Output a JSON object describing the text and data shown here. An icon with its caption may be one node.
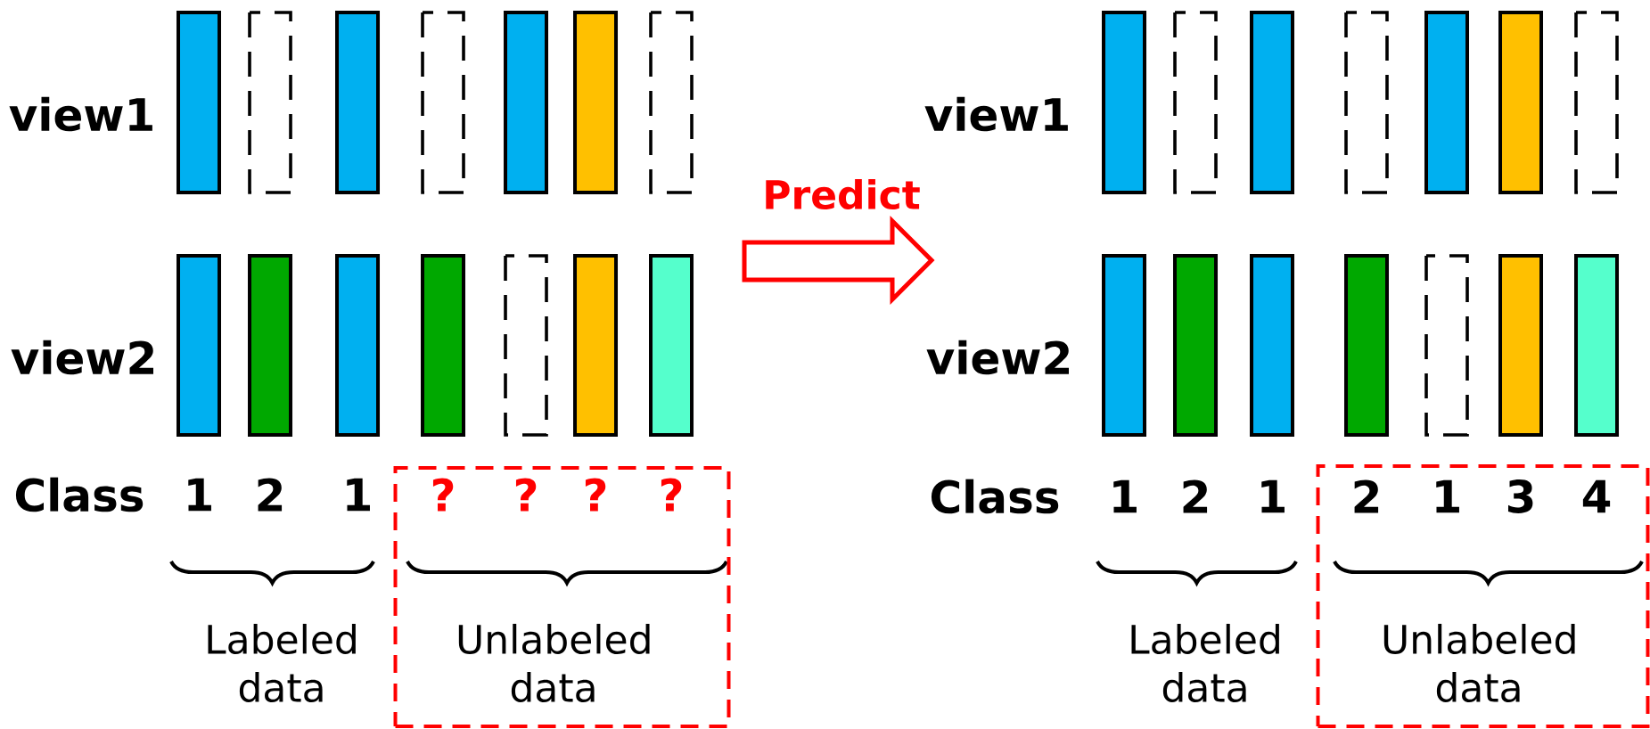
{
  "diagram": {
    "nodes": [
      {
        "text": [
          "Unlabeled data"
        ]
      },
      {
        "text": [
          "Unlabeled data"
        ]
      },
      {
        "text": [
          "Predict"
        ]
      }
    ],
    "labels": [
      "view1",
      "view2",
      "Class",
      "1",
      "2",
      "1",
      "?",
      "?",
      "?",
      "?",
      "Labeled data",
      "view1",
      "view2",
      "Class",
      "1",
      "2",
      "1",
      "2",
      "1",
      "3",
      "4",
      "Labeled data"
    ]
  }
}
